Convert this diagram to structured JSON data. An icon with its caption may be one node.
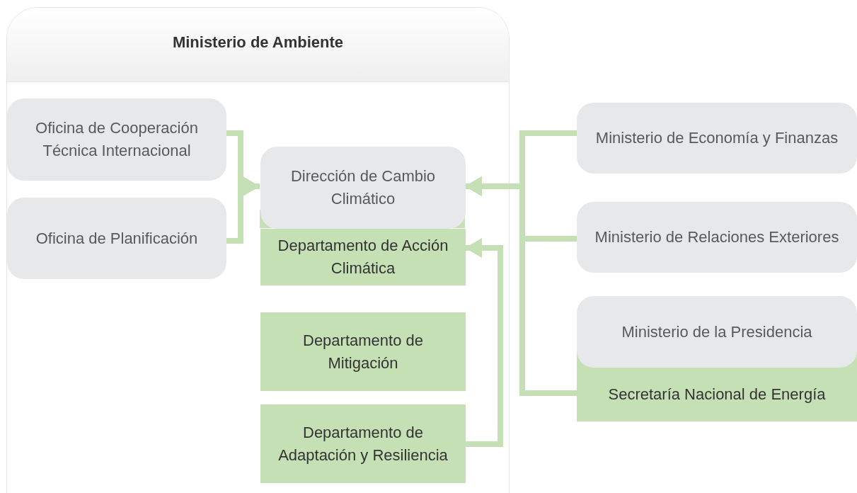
{
  "diagram": {
    "nodes": [
      {
        "text": [
          "Ministerio de Ambiente"
        ]
      },
      {
        "text": [
          "Oficina de Cooperación Técnica Internacional"
        ],
        "in": 0
      },
      {
        "text": [
          "Oficina de Planificación"
        ],
        "in": 0
      },
      {
        "text": [
          "Dirección de Cambio Climático"
        ],
        "in": 0
      },
      {
        "text": [
          "Departamento de Acción Climática"
        ],
        "in": 0
      },
      {
        "text": [
          "Departamento de Mitigación"
        ],
        "in": 0
      },
      {
        "text": [
          "Departamento de Adaptación y Resiliencia"
        ],
        "in": 0
      },
      {
        "text": [
          "Ministerio de Economía y Finanzas"
        ]
      },
      {
        "text": [
          "Ministerio de Relaciones Exteriores"
        ]
      },
      {
        "text": [
          "Ministerio de la Presidencia"
        ]
      },
      {
        "text": [
          "Secretaría Nacional de Energía"
        ]
      }
    ],
    "edges": [
      {
        "from": 1,
        "to": 3,
        "arrow": "to"
      },
      {
        "from": 2,
        "to": 3,
        "arrow": "to"
      },
      {
        "from": 7,
        "to": 3,
        "arrow": "to"
      },
      {
        "from": 8,
        "to": 3,
        "arrow": "to"
      },
      {
        "from": 10,
        "to": 3,
        "arrow": "to"
      },
      {
        "from": 6,
        "to": 4,
        "arrow": "to"
      }
    ]
  }
}
